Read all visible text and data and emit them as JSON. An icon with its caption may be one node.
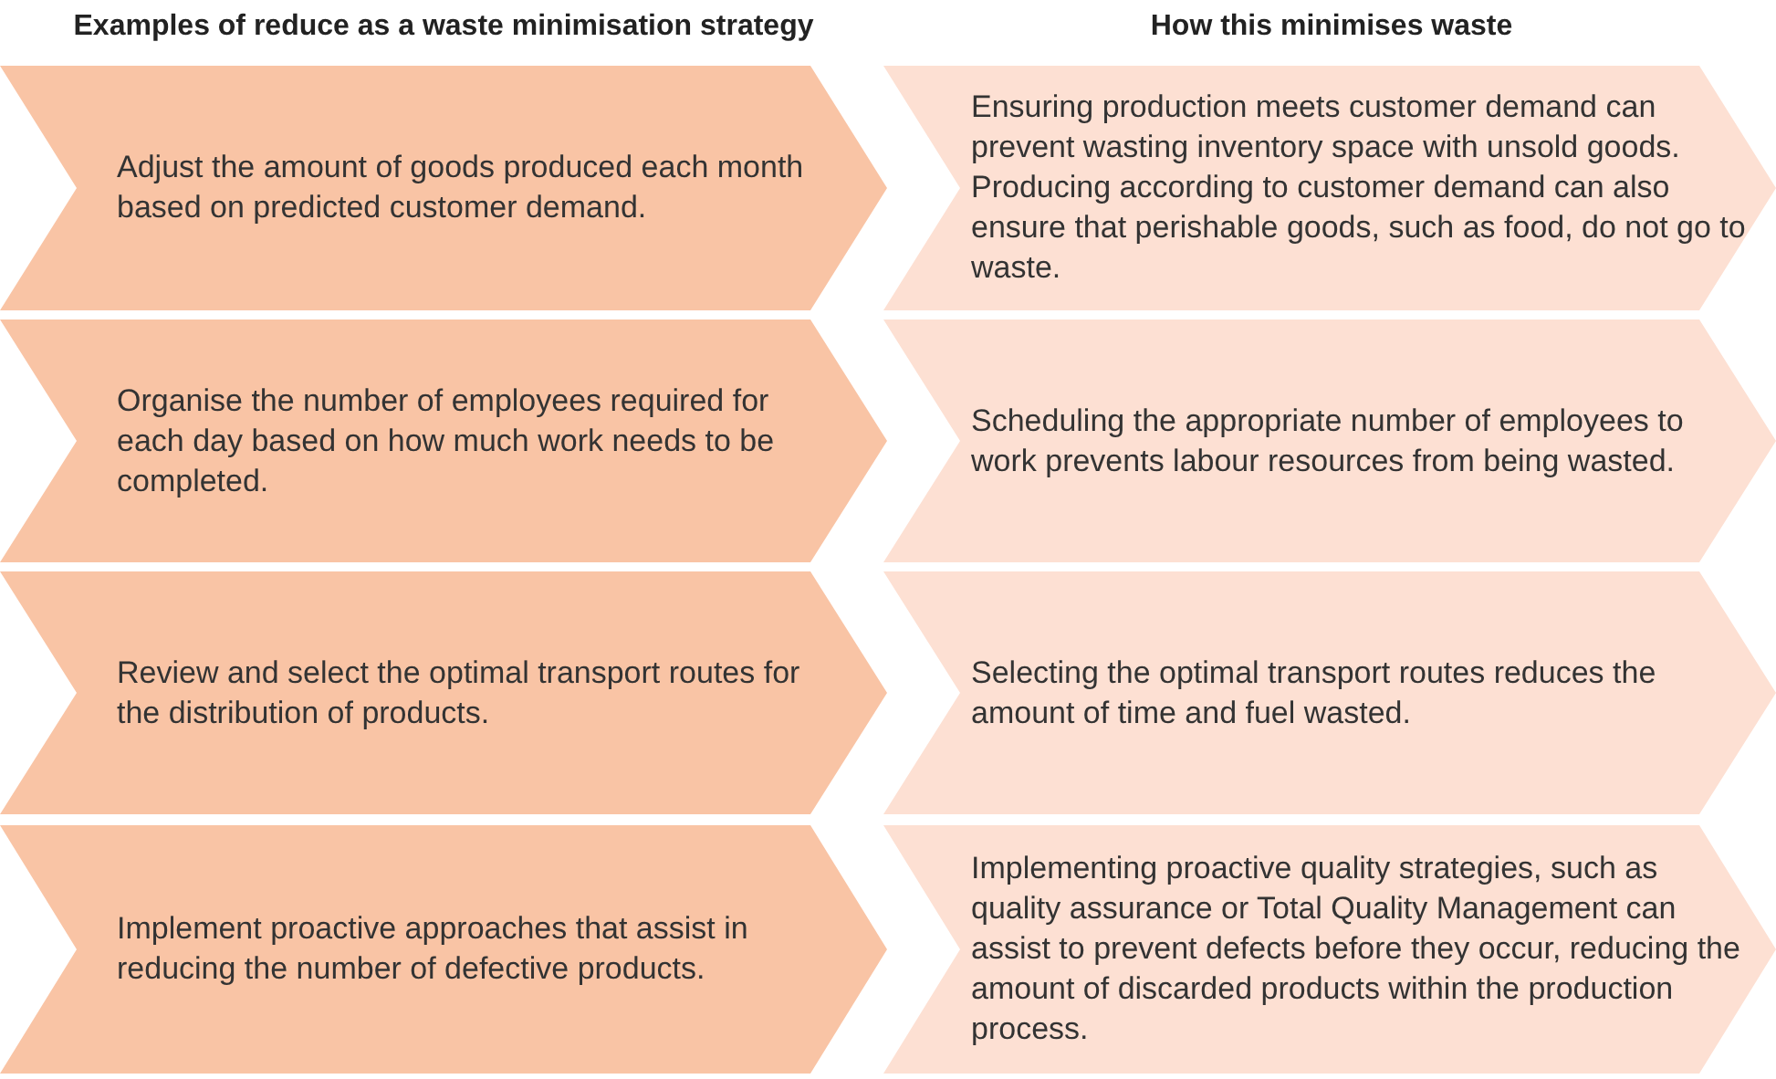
{
  "diagram": {
    "nodes": [
      {
        "text": [
          "Adjust the amount of goods produced each month based on predicted customer demand."
        ]
      },
      {
        "text": [
          "Ensuring production meets customer demand can prevent wasting inventory space with unsold goods. Producing according to customer demand can also ensure that perishable goods, such as food, do not go to waste."
        ]
      },
      {
        "text": [
          "Organise the number of employees required for each day based on how much work needs to be completed."
        ]
      },
      {
        "text": [
          "Scheduling the appropriate number of employees to work prevents labour resources from being wasted."
        ]
      },
      {
        "text": [
          "Review and select the optimal transport routes for the distribution of products."
        ]
      },
      {
        "text": [
          "Selecting the optimal transport routes reduces the amount of time and fuel wasted."
        ]
      },
      {
        "text": [
          "Implement proactive approaches that assist in reducing the number of defective products."
        ]
      },
      {
        "text": [
          "Implementing proactive quality strategies, such as quality assurance or Total Quality Management can assist to prevent defects before they occur, reducing the amount of discarded products within the production process."
        ]
      }
    ],
    "labels": [
      "Examples of reduce as a waste minimisation strategy",
      "How this minimises waste"
    ]
  }
}
